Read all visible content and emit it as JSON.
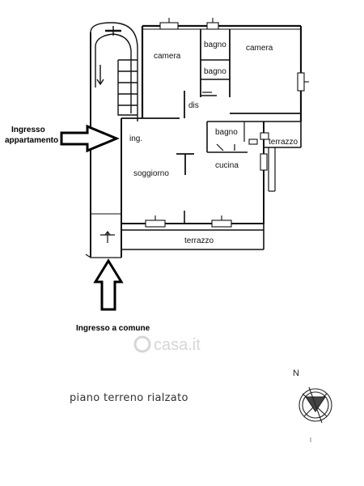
{
  "plan": {
    "rooms": {
      "camera_left": "camera",
      "bagno_top": "bagno",
      "camera_right": "camera",
      "bagno_mid": "bagno",
      "dis": "dis",
      "ing": "ing.",
      "bagno_lower": "bagno",
      "terrazzo_right": "terrazzo",
      "soggiorno": "soggiorno",
      "cucina": "cucina",
      "terrazzo_bottom": "terrazzo"
    },
    "labels": {
      "ingresso_appartamento_line1": "Ingresso",
      "ingresso_appartamento_line2": "appartamento",
      "ingresso_comune": "Ingresso a comune"
    },
    "floor_title": "piano terreno rialzato",
    "north": "N",
    "watermark": "casa.it",
    "icons": [
      "right-arrow-icon",
      "up-arrow-icon",
      "compass-icon"
    ]
  }
}
